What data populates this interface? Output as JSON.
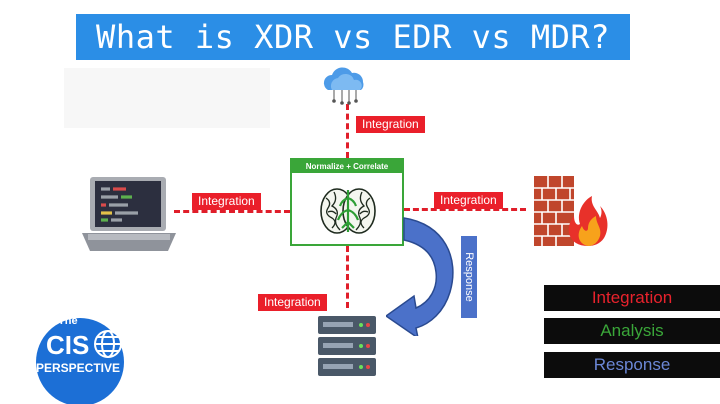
{
  "title": "What is XDR vs EDR vs MDR?",
  "center": {
    "header": "Normalize + Correlate"
  },
  "labels": {
    "integration_top": "Integration",
    "integration_left": "Integration",
    "integration_right": "Integration",
    "integration_bottom": "Integration",
    "response": "Response"
  },
  "legend": [
    {
      "label": "Integration",
      "color": "#e8222c"
    },
    {
      "label": "Analysis",
      "color": "#3aa639"
    },
    {
      "label": "Response",
      "color": "#6b87d6"
    }
  ],
  "logo": {
    "line1": "The",
    "line2": "CIS",
    "line3": "PERSPECTIVE"
  },
  "colors": {
    "integration_line": "#e01e2a",
    "analysis_box": "#3aa639",
    "response_arrow": "#4b71c9",
    "title_banner": "#2b8ee6",
    "logo": "#1c6fd6"
  },
  "icons": [
    "cloud-network-icon",
    "laptop-icon",
    "firewall-icon",
    "server-icon",
    "brain-icon",
    "response-arrow-icon"
  ]
}
